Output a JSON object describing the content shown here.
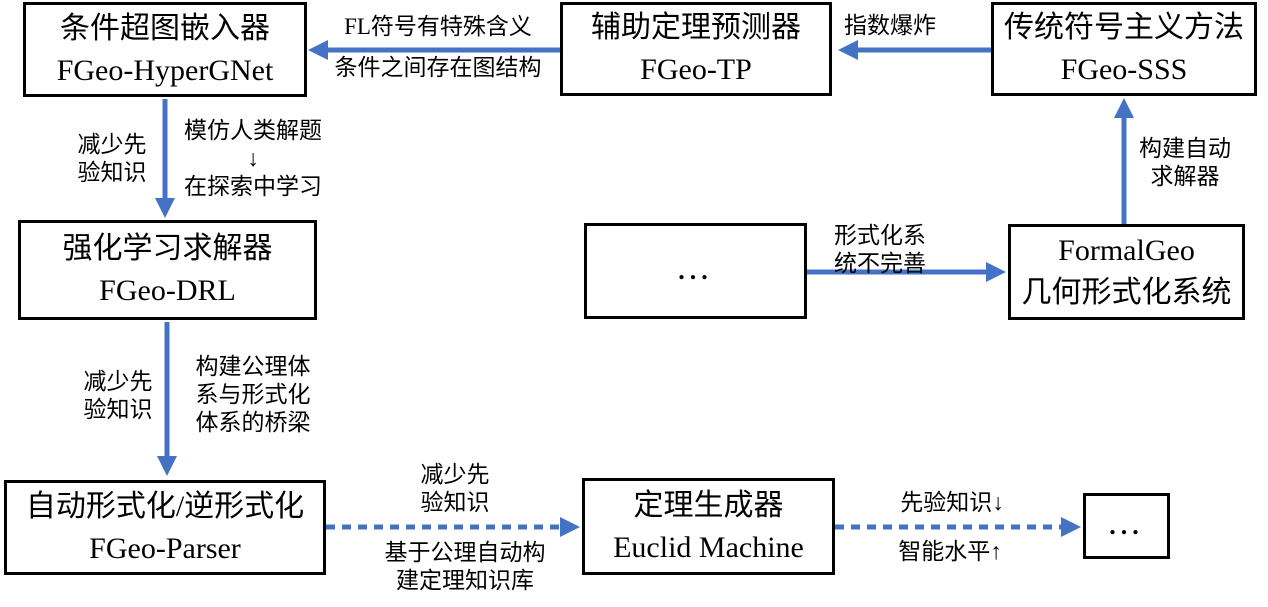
{
  "colors": {
    "accent_arrow": "#4472C4",
    "box_border": "#000000",
    "text": "#000000",
    "background": "#FFFFFF"
  },
  "boxes": {
    "hypergnet": {
      "line1": "条件超图嵌入器",
      "line2": "FGeo-HyperGNet"
    },
    "tp": {
      "line1": "辅助定理预测器",
      "line2": "FGeo-TP"
    },
    "sss": {
      "line1": "传统符号主义方法",
      "line2": "FGeo-SSS"
    },
    "drl": {
      "line1": "强化学习求解器",
      "line2": "FGeo-DRL"
    },
    "ellipsis_mid": {
      "line1": "..."
    },
    "formalgeo": {
      "line1": "FormalGeo",
      "line2": "几何形式化系统"
    },
    "parser": {
      "line1": "自动形式化/逆形式化",
      "line2": "FGeo-Parser"
    },
    "euclid": {
      "line1": "定理生成器",
      "line2": "Euclid Machine"
    },
    "ellipsis_end": {
      "line1": "..."
    }
  },
  "labels": {
    "fl_meaning": "FL符号有特殊含义",
    "graph_structure": "条件之间存在图结构",
    "exponential": "指数爆炸",
    "reduce_prior_1": "减少先\n验知识",
    "imitate": "模仿人类解题\n↓\n在探索中学习",
    "reduce_prior_2": "减少先\n验知识",
    "bridge": "构建公理体\n系与形式化\n体系的桥梁",
    "formal_incomplete": "形式化系\n统不完善",
    "build_solver": "构建自动\n求解器",
    "reduce_prior_3": "减少先\n验知识",
    "axiom_kb": "基于公理自动构\n建定理知识库",
    "prior_down": "先验知识↓",
    "intel_up": "智能水平↑"
  }
}
